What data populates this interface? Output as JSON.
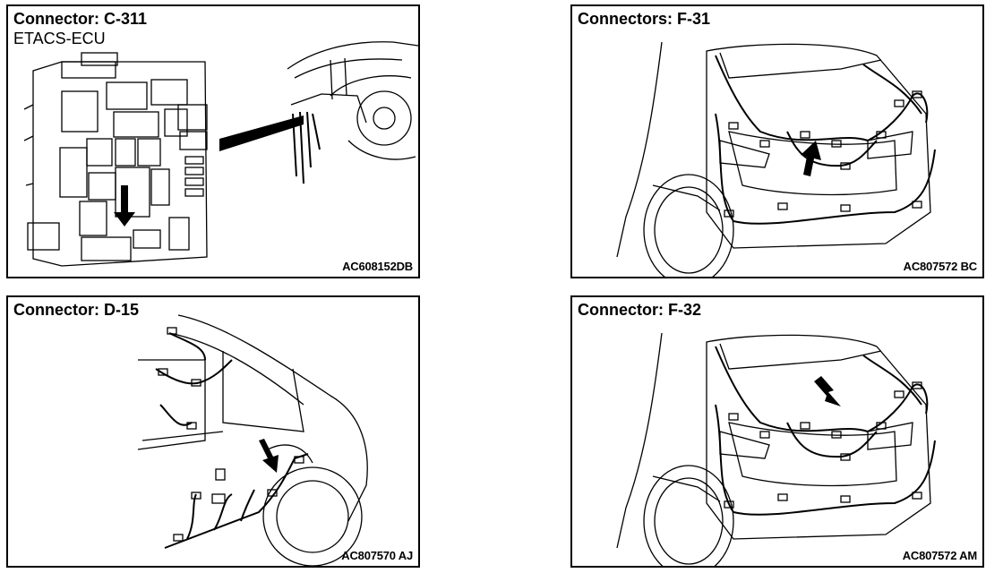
{
  "panels": [
    {
      "title": "Connector: C-311",
      "subtitle": "ETACS-ECU",
      "code": "AC608152DB"
    },
    {
      "title": "Connectors: F-31",
      "code": "AC807572 BC"
    },
    {
      "title": "Connector: D-15",
      "code": "AC807570 AJ"
    },
    {
      "title": "Connector: F-32",
      "code": "AC807572 AM"
    }
  ]
}
